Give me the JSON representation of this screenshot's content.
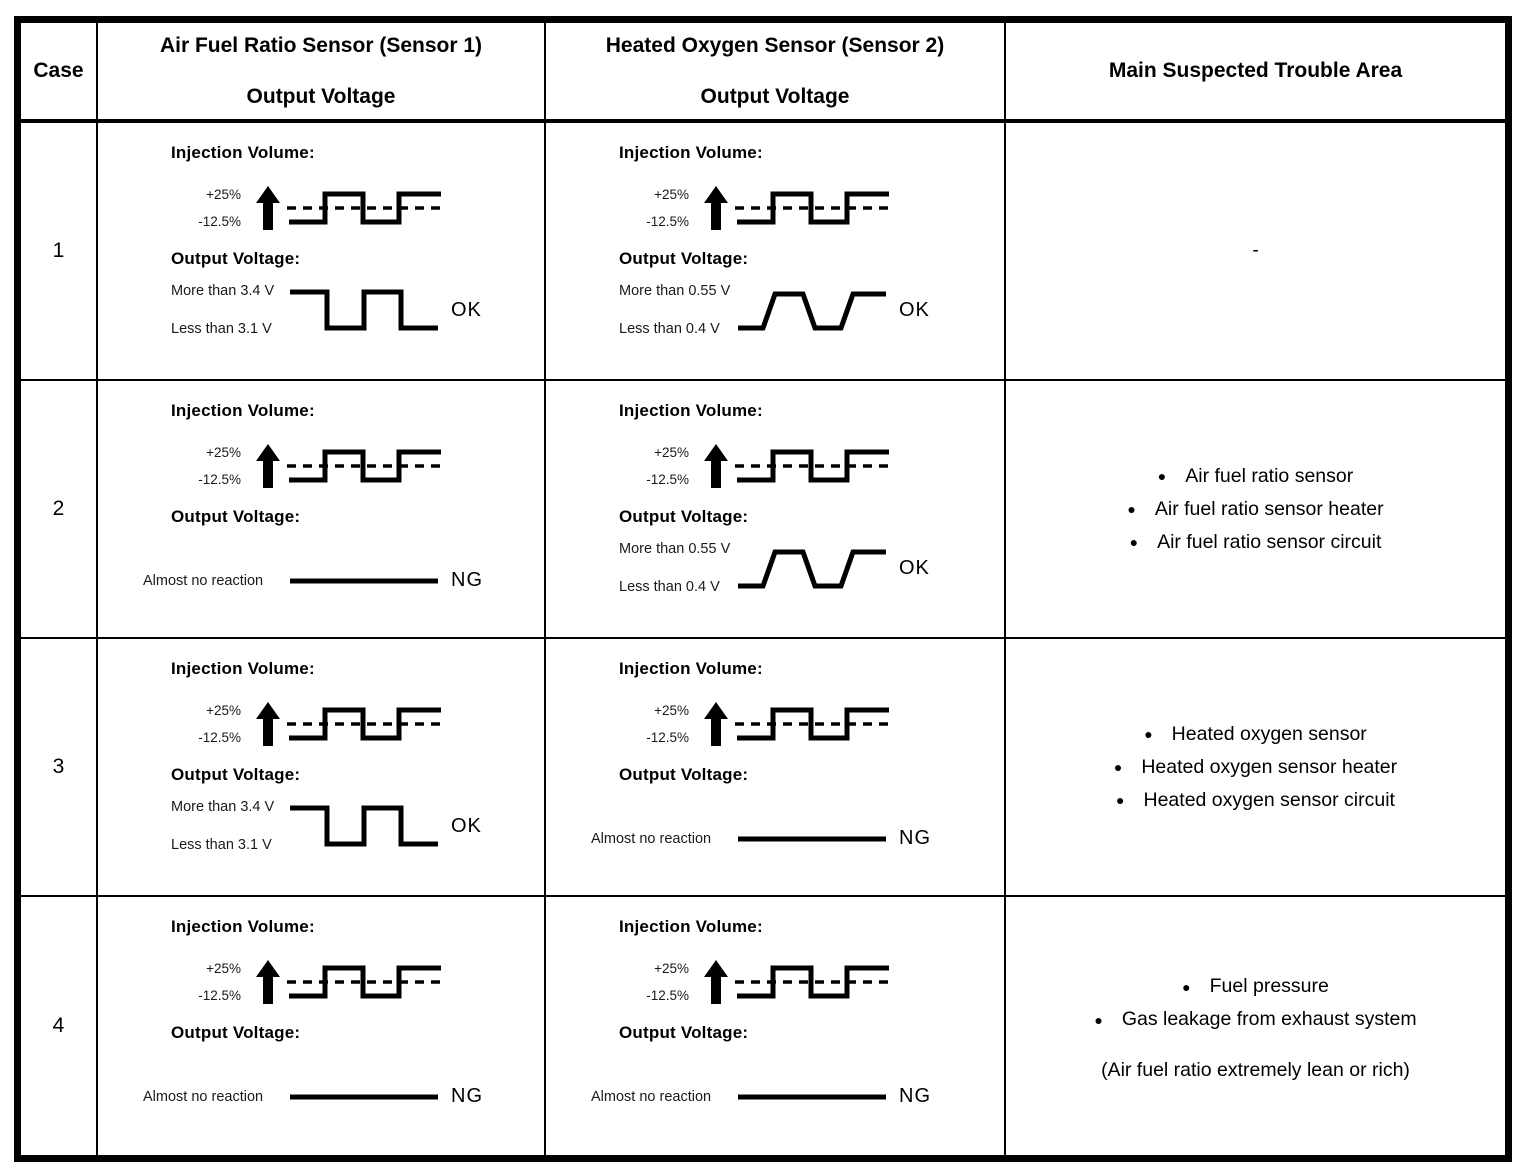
{
  "header": {
    "case": "Case",
    "sensor1_line1": "Air Fuel Ratio Sensor (Sensor 1)",
    "sensor1_line2": "Output Voltage",
    "sensor2_line1": "Heated Oxygen Sensor (Sensor 2)",
    "sensor2_line2": "Output Voltage",
    "trouble": "Main Suspected Trouble Area"
  },
  "labels": {
    "injection_title": "Injection Volume:",
    "output_title": "Output Voltage:",
    "injection_high": "+25%",
    "injection_low": "-12.5%",
    "bullet": "●"
  },
  "rows": [
    {
      "case": "1",
      "sensor1": {
        "type": "square",
        "high": "More than 3.4 V",
        "low": "Less than 3.1 V",
        "result": "OK"
      },
      "sensor2": {
        "type": "trapezoid",
        "high": "More than 0.55 V",
        "low": "Less than 0.4 V",
        "result": "OK"
      },
      "trouble": {
        "text": "-"
      }
    },
    {
      "case": "2",
      "sensor1": {
        "type": "flat",
        "label": "Almost no reaction",
        "result": "NG"
      },
      "sensor2": {
        "type": "trapezoid",
        "high": "More than 0.55 V",
        "low": "Less than 0.4 V",
        "result": "OK"
      },
      "trouble": {
        "items": [
          "Air fuel ratio sensor",
          "Air fuel ratio sensor heater",
          "Air fuel ratio sensor circuit"
        ]
      }
    },
    {
      "case": "3",
      "sensor1": {
        "type": "square",
        "high": "More than 3.4 V",
        "low": "Less than 3.1 V",
        "result": "OK"
      },
      "sensor2": {
        "type": "flat",
        "label": "Almost no reaction",
        "result": "NG"
      },
      "trouble": {
        "items": [
          "Heated oxygen sensor",
          "Heated oxygen sensor heater",
          "Heated oxygen sensor circuit"
        ]
      }
    },
    {
      "case": "4",
      "sensor1": {
        "type": "flat",
        "label": "Almost no reaction",
        "result": "NG"
      },
      "sensor2": {
        "type": "flat",
        "label": "Almost no reaction",
        "result": "NG"
      },
      "trouble": {
        "items": [
          "Fuel pressure",
          "Gas leakage from exhaust system"
        ],
        "note": "(Air fuel ratio extremely lean or rich)"
      }
    }
  ],
  "colors": {
    "ink": "#000000",
    "background": "#ffffff"
  }
}
